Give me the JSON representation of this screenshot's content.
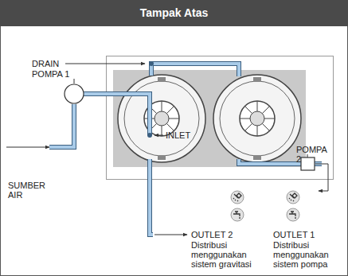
{
  "diagram": {
    "title": "Tampak Atas",
    "labels": [
      "DRAIN",
      "POMPA 1",
      "INLET",
      "POMPA 2",
      "SUMBER AIR",
      "OUTLET 2",
      "Distribusi menggunakan sistem gravitasi",
      "OUTLET 1",
      "Distribusi menggunakan sistem pompa"
    ]
  }
}
